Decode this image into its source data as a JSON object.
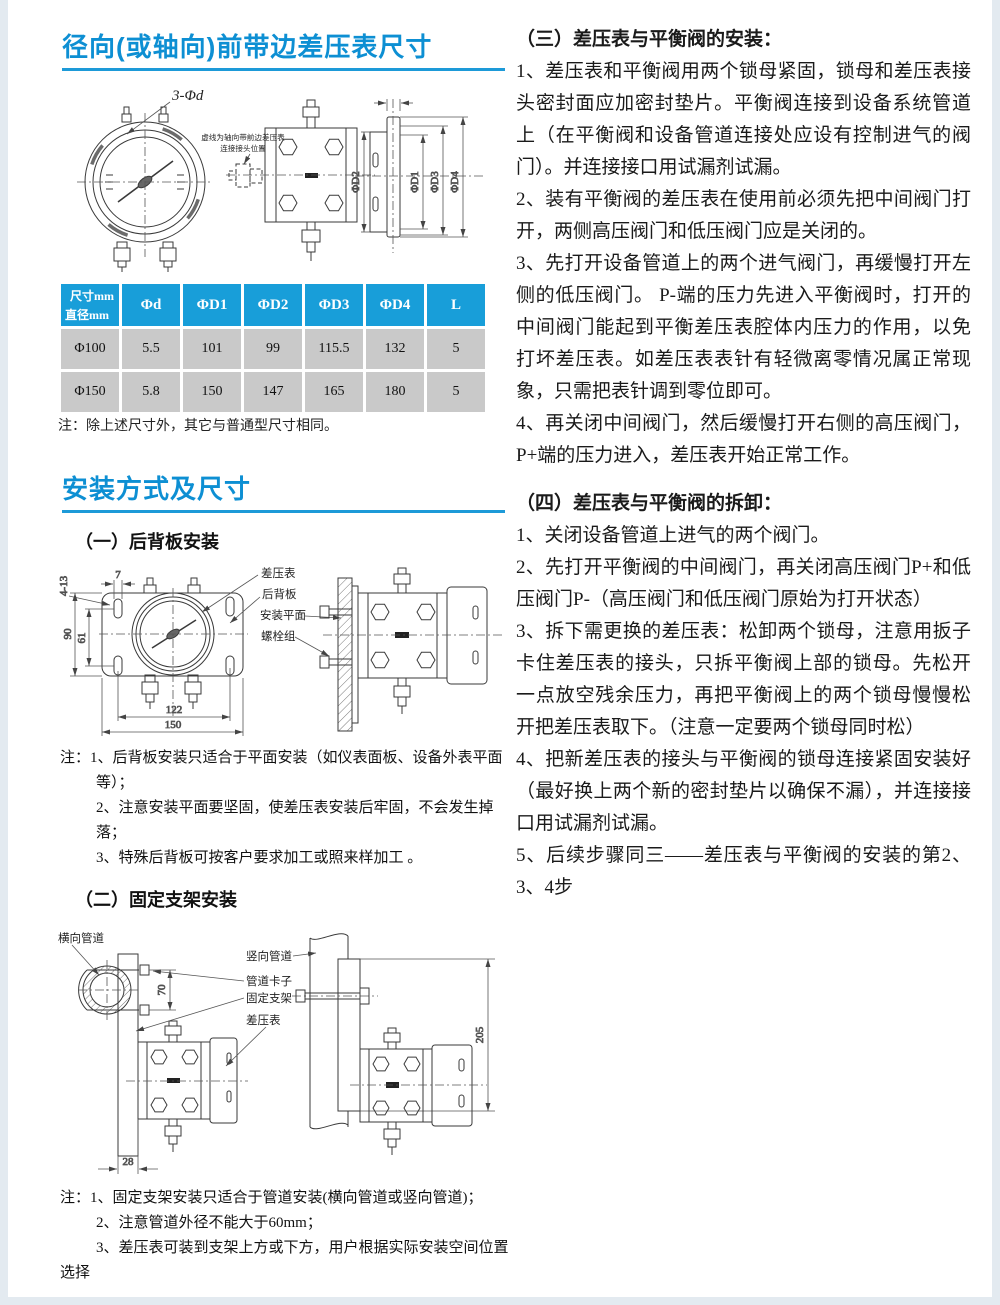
{
  "theme": {
    "title_blue": "#0d8fd3",
    "underline_blue": "#1d9ad8",
    "table_header_blue": "#189ED9",
    "table_row_grey": "#C9C9C9"
  },
  "sec_dim": {
    "title": "径向(或轴向)前带边差压表尺寸",
    "drawing": {
      "hole_label": "3-Φd",
      "note1": "虚线为轴向带前边差压表",
      "note2": "连接接头位置",
      "d1": "ΦD1",
      "d2": "ΦD2",
      "d3": "ΦD3",
      "d4": "ΦD4"
    },
    "table": {
      "corner_top": "尺寸mm",
      "corner_bottom": "直径mm",
      "cols": [
        "Φd",
        "ΦD1",
        "ΦD2",
        "ΦD3",
        "ΦD4",
        "L"
      ],
      "rows": [
        {
          "dia": "Φ100",
          "v": [
            "5.5",
            "101",
            "99",
            "115.5",
            "132",
            "5"
          ]
        },
        {
          "dia": "Φ150",
          "v": [
            "5.8",
            "150",
            "147",
            "165",
            "180",
            "5"
          ]
        }
      ]
    },
    "table_note": "注：除上述尺寸外，其它与普通型尺寸相同。"
  },
  "sec_install": {
    "title": "安装方式及尺寸",
    "back_plate": {
      "heading": "（一）后背板安装",
      "callouts": [
        "差压表",
        "后背板",
        "安装平面",
        "螺栓组"
      ],
      "dims": {
        "s413": "4-13",
        "s7": "7",
        "s90": "90",
        "s61": "61",
        "s122": "122",
        "s150": "150"
      },
      "notes": [
        "注：1、后背板安装只适合于平面安装（如仪表面板、设备外表平面等）；",
        "2、注意安装平面要坚固，使差压表安装后牢固，不会发生掉落；",
        "3、特殊后背板可按客户要求加工或照来样加工 。"
      ]
    },
    "bracket": {
      "heading": "（二）固定支架安装",
      "pipe_h": "横向管道",
      "callouts": [
        "竖向管道",
        "管道卡子",
        "固定支架",
        "差压表"
      ],
      "dims": {
        "d70": "70",
        "d28": "28",
        "d205": "205"
      },
      "notes": [
        "注：1、固定支架安装只适合于管道安装(横向管道或竖向管道)；",
        "2、注意管道外径不能大于60mm；",
        "3、差压表可装到支架上方或下方，用户根据实际安装空间位置选择"
      ]
    }
  },
  "right_col": {
    "install": {
      "heading": "（三）差压表与平衡阀的安装：",
      "items": [
        "1、差压表和平衡阀用两个锁母紧固，锁母和差压表接头密封面应加密封垫片。平衡阀连接到设备系统管道上（在平衡阀和设备管道连接处应设有控制进气的阀门）。并连接接口用试漏剂试漏。",
        "2、装有平衡阀的差压表在使用前必须先把中间阀门打开，两侧高压阀门和低压阀门应是关闭的。",
        "3、先打开设备管道上的两个进气阀门，再缓慢打开左侧的低压阀门。 P-端的压力先进入平衡阀时，打开的中间阀门能起到平衡差压表腔体内压力的作用，以免打坏差压表。如差压表表针有轻微离零情况属正常现象，只需把表针调到零位即可。",
        "4、再关闭中间阀门，然后缓慢打开右侧的高压阀门，P+端的压力进入，差压表开始正常工作。"
      ]
    },
    "removal": {
      "heading": "（四）差压表与平衡阀的拆卸：",
      "items": [
        "1、关闭设备管道上进气的两个阀门。",
        "2、先打开平衡阀的中间阀门，再关闭高压阀门P+和低压阀门P-（高压阀门和低压阀门原始为打开状态）",
        "3、拆下需更换的差压表：松卸两个锁母，注意用扳子卡住差压表的接头，只拆平衡阀上部的锁母。先松开一点放空残余压力，再把平衡阀上的两个锁母慢慢松开把差压表取下。（注意一定要两个锁母同时松）",
        "4、把新差压表的接头与平衡阀的锁母连接紧固安装好（最好换上两个新的密封垫片以确保不漏），并连接接口用试漏剂试漏。",
        "5、后续步骤同三——差压表与平衡阀的安装的第2、3、4步"
      ]
    }
  }
}
